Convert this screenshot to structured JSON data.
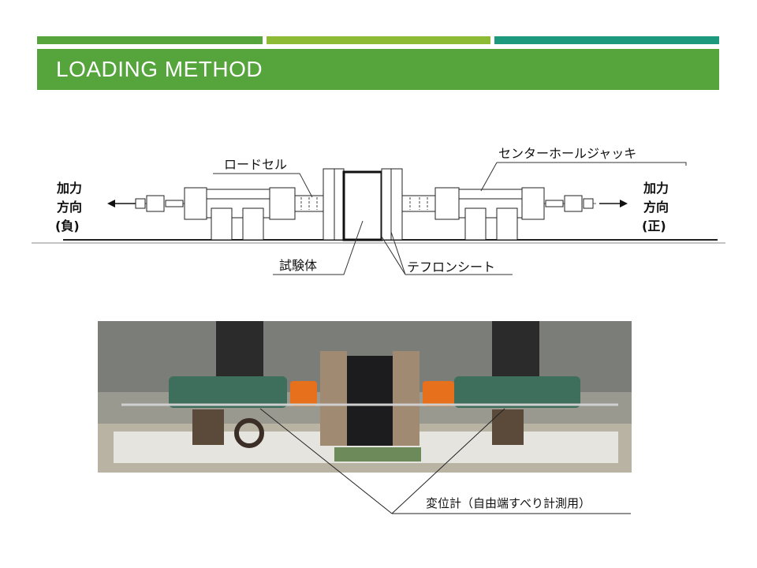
{
  "colors": {
    "bar_left": "#55a53c",
    "bar_mid": "#8dbb35",
    "bar_right": "#1d9a7d",
    "title_band": "#55a53c",
    "title_text": "#ffffff"
  },
  "header": {
    "title": "LOADING METHOD"
  },
  "diagram": {
    "left_direction": [
      "加力",
      "方向",
      "(負)"
    ],
    "right_direction": [
      "加力",
      "方向",
      "(正)"
    ],
    "label_load_cell": "ロードセル",
    "label_center_hole_jack": "センターホールジャッキ",
    "label_specimen": "試験体",
    "label_teflon_sheet": "テフロンシート"
  },
  "photo": {
    "caption": "変位計（自由端すべり計測用）"
  }
}
